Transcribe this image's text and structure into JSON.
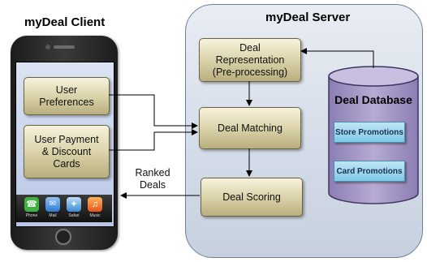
{
  "client": {
    "title": "myDeal Client",
    "boxes": {
      "preferences": "User\nPreferences",
      "payment": "User Payment\n& Discount\nCards"
    },
    "dock_labels": [
      "Phone",
      "Mail",
      "Safari",
      "Music"
    ]
  },
  "server": {
    "title": "myDeal Server",
    "boxes": {
      "representation": "Deal\nRepresentation\n(Pre-processing)",
      "matching": "Deal Matching",
      "scoring": "Deal Scoring"
    },
    "database": {
      "title": "Deal Database",
      "items": [
        "Store Promotions",
        "Card Promotions"
      ]
    }
  },
  "arrow_label": "Ranked\nDeals",
  "colors": {
    "box_fill": "#d8d0a6",
    "server_fill": "#d3dbe8",
    "database_fill": "#a99bc7",
    "promo_fill": "#8fd0ea"
  }
}
